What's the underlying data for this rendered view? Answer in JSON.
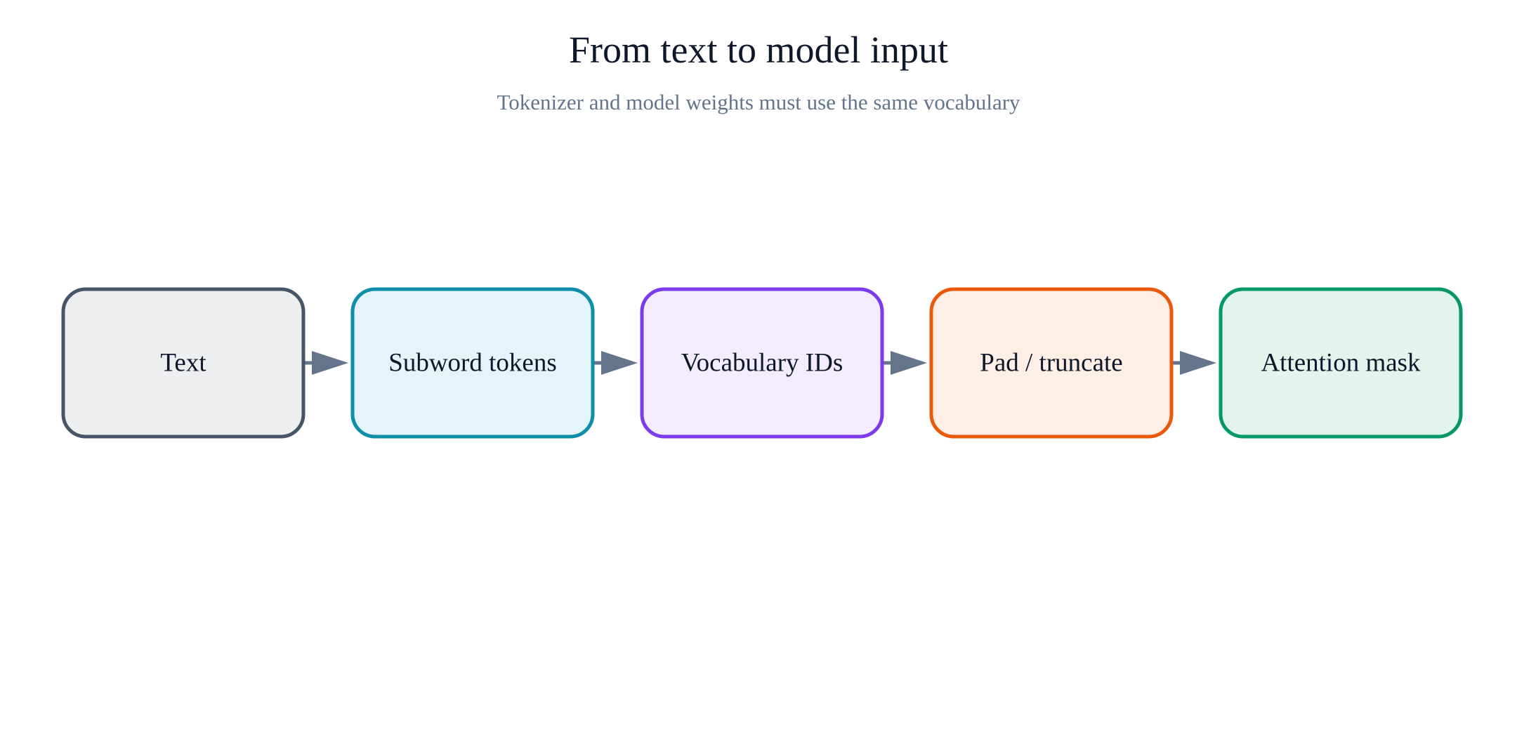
{
  "header": {
    "title": "From text to model input",
    "subtitle": "Tokenizer and model weights must use the same vocabulary"
  },
  "pipeline": {
    "steps": [
      {
        "label": "Text",
        "border": "#475569",
        "fill": "#eceef0"
      },
      {
        "label": "Subword tokens",
        "border": "#0e8ea8",
        "fill": "#e5f4f8"
      },
      {
        "label": "Vocabulary IDs",
        "border": "#7c3aed",
        "fill": "#f2ecfc"
      },
      {
        "label": "Pad / truncate",
        "border": "#ea580c",
        "fill": "#fdefe6"
      },
      {
        "label": "Attention mask",
        "border": "#059669",
        "fill": "#e2f4ec"
      }
    ],
    "arrow_color": "#64748b"
  }
}
